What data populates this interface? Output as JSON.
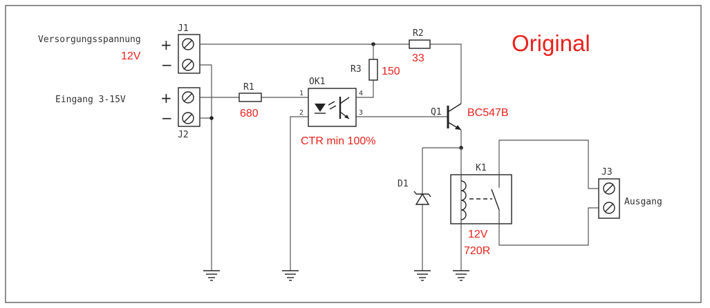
{
  "title": "Original",
  "colors": {
    "annotation": "#e8211c",
    "line": "#222222"
  },
  "connectors": {
    "j1": {
      "ref": "J1",
      "label": "Versorgungsspannung",
      "value": "12V",
      "plus": "+",
      "minus": "−"
    },
    "j2": {
      "ref": "J2",
      "label": "Eingang 3-15V",
      "plus": "+",
      "minus": "−"
    },
    "j3": {
      "ref": "J3",
      "label": "Ausgang"
    }
  },
  "components": {
    "r1": {
      "ref": "R1",
      "value": "680"
    },
    "r2": {
      "ref": "R2",
      "value": "33"
    },
    "r3": {
      "ref": "R3",
      "value": "150"
    },
    "ok1": {
      "ref": "OK1",
      "note": "CTR min 100%",
      "pin1": "1",
      "pin2": "2",
      "pin3": "3",
      "pin4": "4"
    },
    "q1": {
      "ref": "Q1",
      "value": "BC547B"
    },
    "d1": {
      "ref": "D1"
    },
    "k1": {
      "ref": "K1",
      "voltage": "12V",
      "resistance": "720R"
    }
  }
}
